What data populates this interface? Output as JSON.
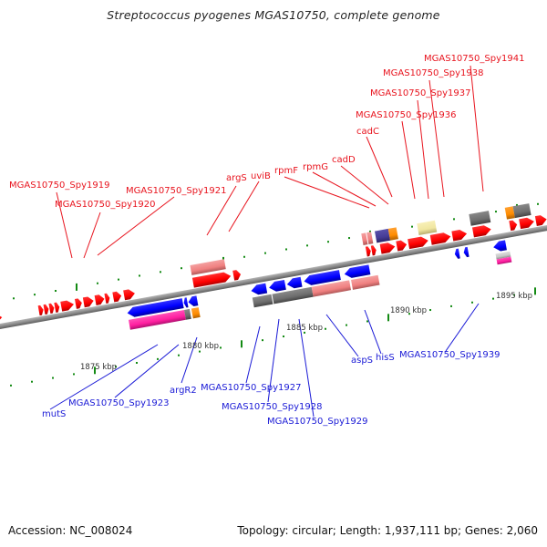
{
  "title": "Streptococcus pyogenes MGAS10750, complete genome",
  "footer": {
    "accession": "Accession: NC_008024",
    "summary": "Topology: circular; Length: 1,937,111 bp; Genes: 2,060"
  },
  "colors": {
    "forward_gene": "#ff0000",
    "reverse_gene": "#0000ff",
    "label_top": "#e8141e",
    "label_bottom": "#1a1ad6",
    "tick": "#138a13",
    "backbone": "#8c8c8c",
    "feature_pink": "#f08080",
    "feature_magenta": "#ff1fa0",
    "feature_gray": "#6e6e6e",
    "feature_orange": "#ff8c00",
    "feature_purple": "#463c96",
    "feature_yellow": "#f0e6a0",
    "feature_lightgray": "#c8c8c8"
  },
  "scale": {
    "ticks": [
      {
        "label": "1875 kbp"
      },
      {
        "label": "1880 kbp"
      },
      {
        "label": "1885 kbp"
      },
      {
        "label": "1890 kbp"
      },
      {
        "label": "1895 kbp"
      }
    ]
  },
  "labels_top": [
    {
      "text": "MGAS10750_Spy1919"
    },
    {
      "text": "MGAS10750_Spy1920"
    },
    {
      "text": "MGAS10750_Spy1921"
    },
    {
      "text": "argS"
    },
    {
      "text": "uviB"
    },
    {
      "text": "rpmF"
    },
    {
      "text": "rpmG"
    },
    {
      "text": "cadD"
    },
    {
      "text": "cadC"
    },
    {
      "text": "MGAS10750_Spy1936"
    },
    {
      "text": "MGAS10750_Spy1937"
    },
    {
      "text": "MGAS10750_Spy1938"
    },
    {
      "text": "MGAS10750_Spy1941"
    }
  ],
  "labels_bottom": [
    {
      "text": "mutS"
    },
    {
      "text": "MGAS10750_Spy1923"
    },
    {
      "text": "argR2"
    },
    {
      "text": "MGAS10750_Spy1927"
    },
    {
      "text": "MGAS10750_Spy1928"
    },
    {
      "text": "MGAS10750_Spy1929"
    },
    {
      "text": "aspS"
    },
    {
      "text": "hisS"
    },
    {
      "text": "MGAS10750_Spy1939"
    }
  ]
}
